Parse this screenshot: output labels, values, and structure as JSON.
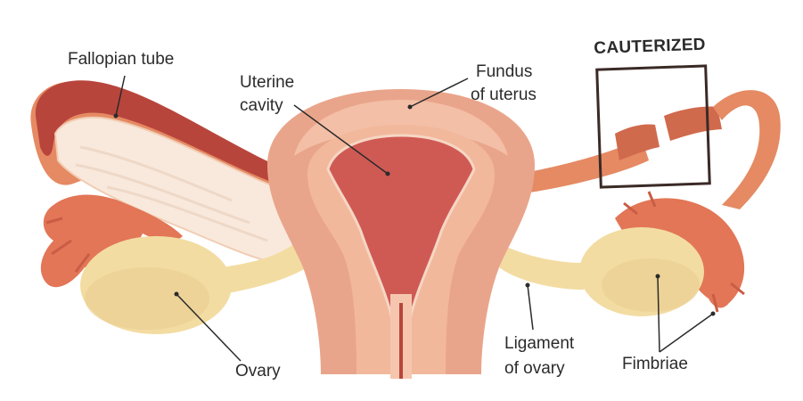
{
  "labels": {
    "fallopian_tube": "Fallopian tube",
    "uterine_cavity_line1": "Uterine",
    "uterine_cavity_line2": "cavity",
    "fundus_line1": "Fundus",
    "fundus_line2": "of uterus",
    "cauterized": "CAUTERIZED",
    "ovary": "Ovary",
    "ligament_line1": "Ligament",
    "ligament_line2": "of ovary",
    "fimbriae": "Fimbriae"
  },
  "colors": {
    "outer_tissue": "#f0a47a",
    "uterus_wall": "#e9a58b",
    "uterus_shade": "#f5c6ad",
    "cavity": "#cf5a54",
    "tube_dark": "#b8453c",
    "tube_light": "#e58a63",
    "ovary": "#f3dca2",
    "ovary_shadow": "#e8c98b",
    "fimbriae": "#e27657",
    "inner_lining": "#f9e9dc",
    "outline": "#2b2b2b"
  }
}
